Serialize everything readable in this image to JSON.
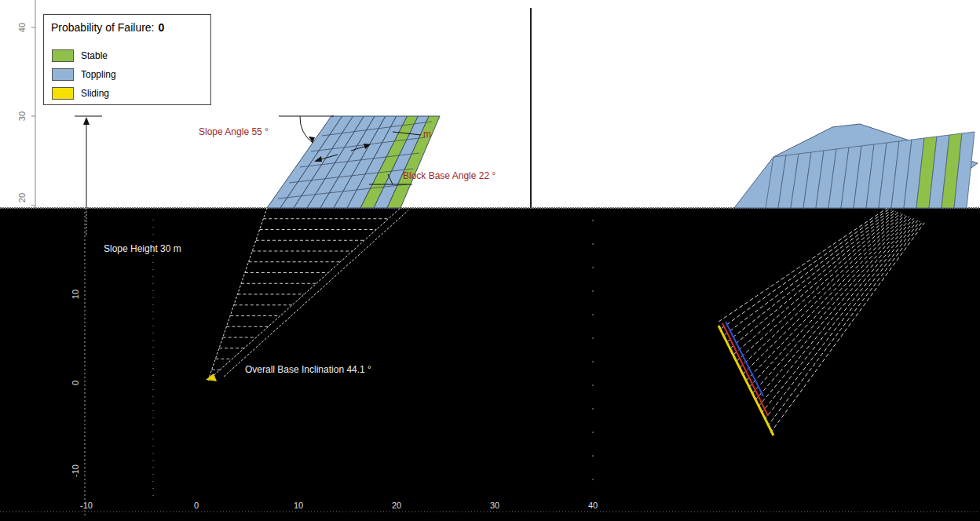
{
  "diagram": {
    "labels": [
      "Probability of Failure:",
      "0",
      "40",
      "30",
      "20",
      "Slope Angle 55 °",
      "m",
      "Block Base Angle 22 °",
      "Slope Height 30 m",
      "10",
      "0",
      "-10",
      "Overall Base Inclination 44.1 °",
      "-10",
      "0",
      "10",
      "20",
      "30",
      "40"
    ],
    "legend": [
      {
        "text": "Stable",
        "color": "#8fc04a"
      },
      {
        "text": "Toppling",
        "color": "#93b3d7"
      },
      {
        "text": "Sliding",
        "color": "#f5e100"
      }
    ]
  }
}
